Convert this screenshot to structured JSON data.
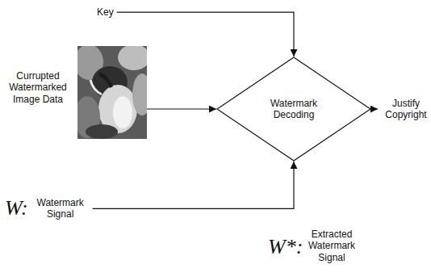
{
  "diagram": {
    "nodes": [
      {
        "text": [
          "Key"
        ]
      },
      {
        "text": [
          "Currupted Watermarked Image Data"
        ]
      },
      {
        "text": [
          "Watermark Decoding"
        ]
      },
      {
        "text": [
          "Justify Copyright"
        ]
      },
      {
        "text": [
          "W:",
          "Watermark Signal"
        ]
      }
    ],
    "edges": [
      {
        "from": 0,
        "to": 2,
        "arrow": "to"
      },
      {
        "from": 1,
        "to": 2,
        "arrow": "to"
      },
      {
        "from": 2,
        "to": 3,
        "arrow": "to"
      },
      {
        "from": 4,
        "to": 2,
        "arrow": "to"
      }
    ],
    "labels": [
      "W*:",
      "Extracted Watermark Signal"
    ]
  }
}
